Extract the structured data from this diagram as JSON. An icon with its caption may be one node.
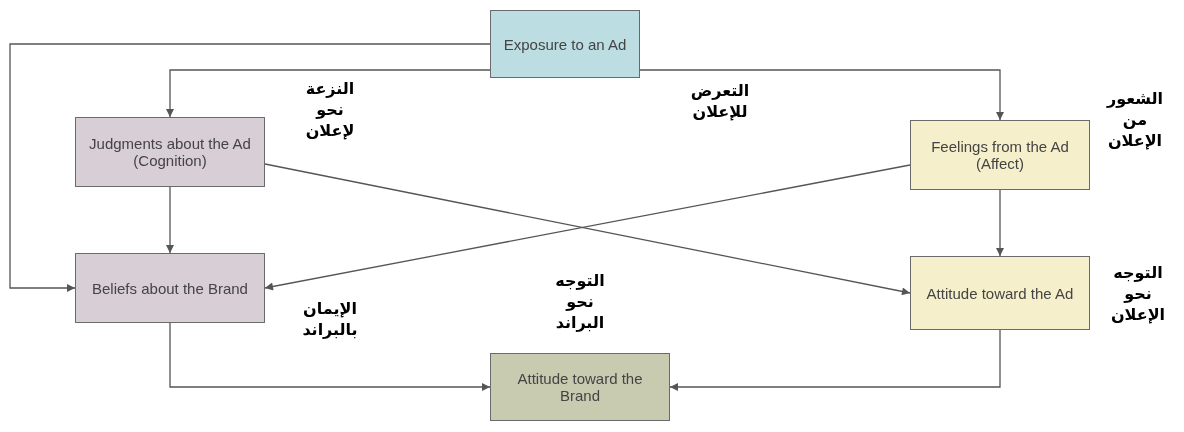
{
  "diagram": {
    "nodes": [
      {
        "text": [
          "Exposure to an Ad"
        ],
        "beside": [
          "التعرض للإعلان"
        ]
      },
      {
        "text": [
          "Judgments about the Ad (Cognition)"
        ],
        "beside": [
          "النزعة نحو لإعلان"
        ]
      },
      {
        "text": [
          "Feelings from the Ad (Affect)"
        ],
        "beside": [
          "الشعور من الإعلان"
        ]
      },
      {
        "text": [
          "Beliefs about the Brand"
        ],
        "beside": [
          "الإيمان بالبراند"
        ]
      },
      {
        "text": [
          "Attitude toward the Ad"
        ],
        "beside": [
          "التوجه نحو الإعلان"
        ]
      },
      {
        "text": [
          "Attitude toward the Brand"
        ],
        "beside": [
          "التوجه نحو البراند"
        ]
      }
    ],
    "edges": [
      {
        "from": 0,
        "to": 1,
        "arrow": "to"
      },
      {
        "from": 0,
        "to": 2,
        "arrow": "to"
      },
      {
        "from": 0,
        "to": 3,
        "arrow": "to"
      },
      {
        "from": 1,
        "to": 3,
        "arrow": "to"
      },
      {
        "from": 2,
        "to": 4,
        "arrow": "to"
      },
      {
        "from": 1,
        "to": 4,
        "arrow": "to"
      },
      {
        "from": 2,
        "to": 3,
        "arrow": "to"
      },
      {
        "from": 3,
        "to": 5,
        "arrow": "to"
      },
      {
        "from": 4,
        "to": 5,
        "arrow": "to"
      }
    ]
  }
}
